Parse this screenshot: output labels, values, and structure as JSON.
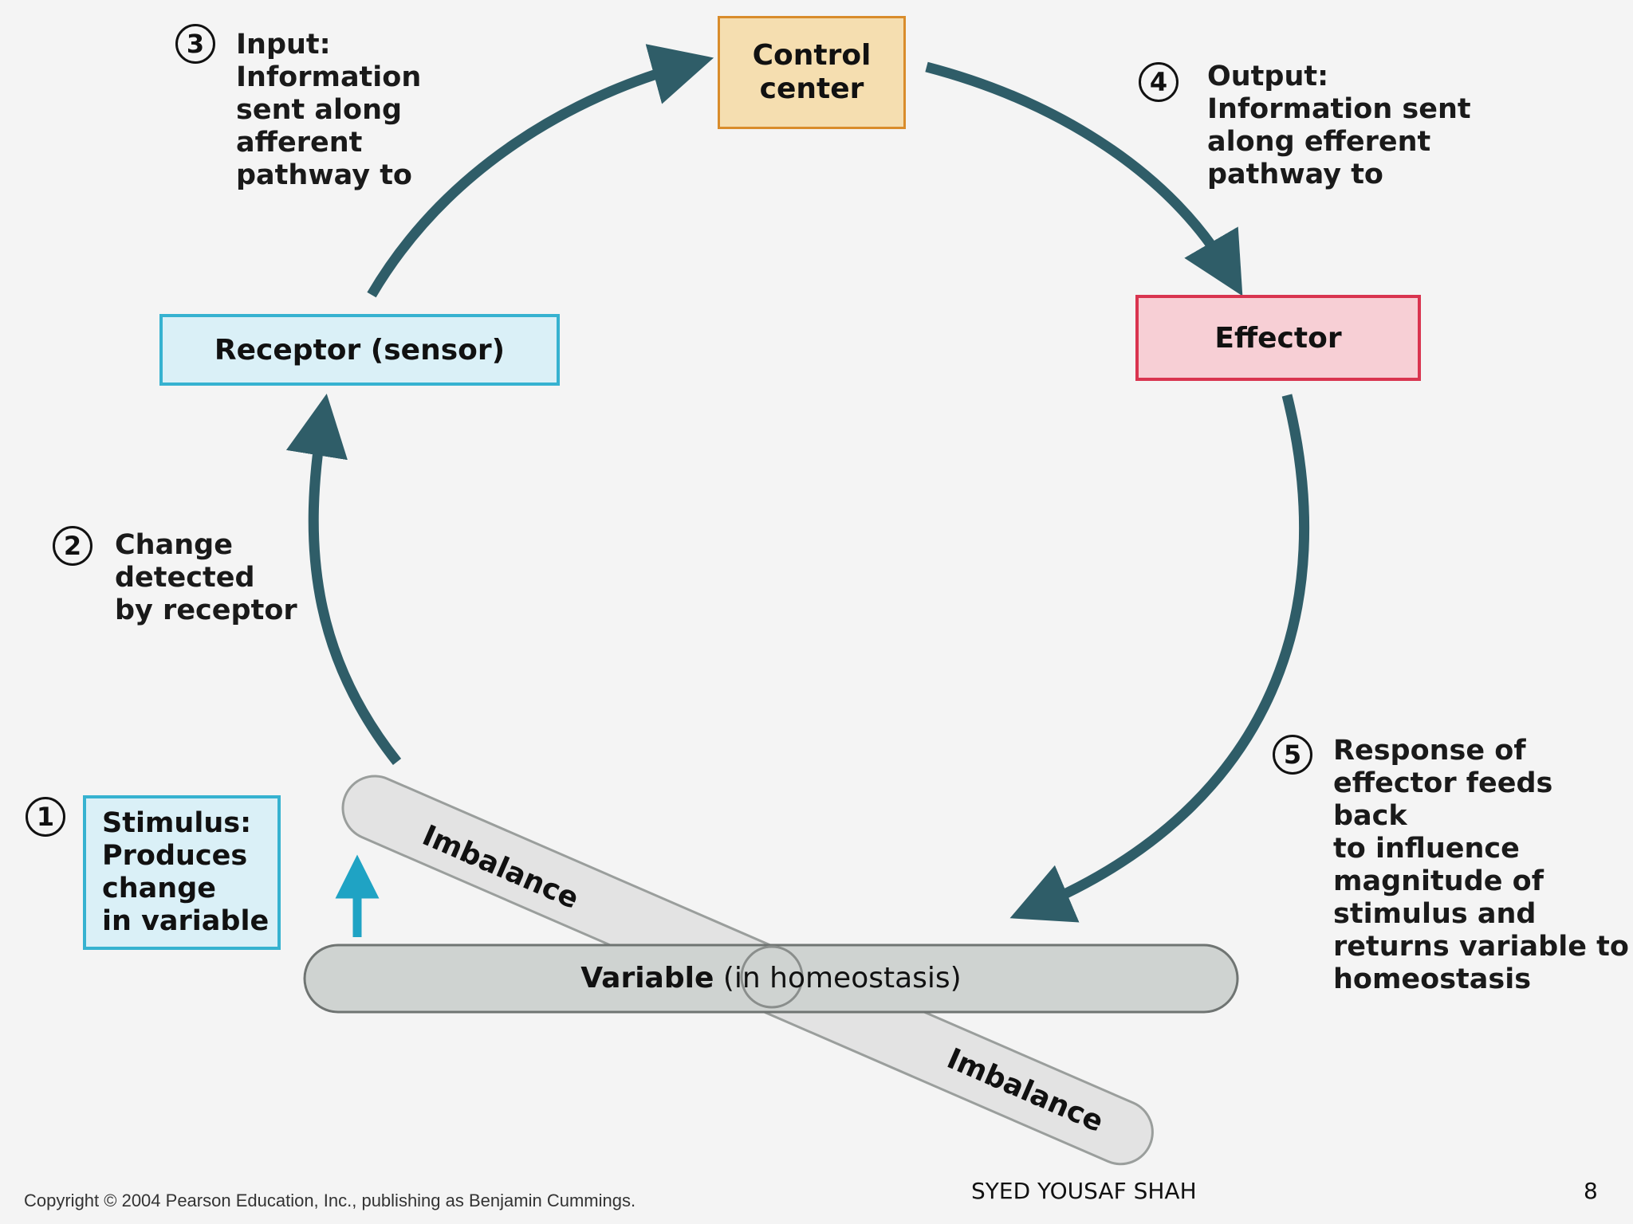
{
  "boxes": {
    "control_center": "Control\ncenter",
    "receptor": "Receptor (sensor)",
    "effector": "Effector",
    "stimulus": "Stimulus:\nProduces\nchange\nin variable"
  },
  "steps": [
    {
      "number": "1",
      "text": ""
    },
    {
      "number": "2",
      "text": "Change\ndetected\nby receptor"
    },
    {
      "number": "3",
      "text": "Input:\nInformation\nsent along\nafferent\npathway to"
    },
    {
      "number": "4",
      "text": "Output:\nInformation sent\nalong efferent\npathway to"
    },
    {
      "number": "5",
      "text": "Response of\neffector feeds back\nto influence\nmagnitude of\nstimulus and\nreturns variable to\nhomeostasis"
    }
  ],
  "variable": {
    "bold": "Variable",
    "rest": "(in homeostasis)"
  },
  "imbalance_label": "Imbalance",
  "footer": {
    "copyright": "Copyright © 2004 Pearson Education, Inc., publishing as Benjamin Cummings.",
    "author": "SYED YOUSAF SHAH",
    "page_number": "8"
  },
  "colors": {
    "arrow": "#2f5d68",
    "stimulus_arrow": "#1fa3c4",
    "control_fill": "#f5deb0",
    "control_border": "#d98c2b",
    "receptor_fill": "#daf0f7",
    "receptor_border": "#36b2d0",
    "effector_fill": "#f7cfd5",
    "effector_border": "#d9344f",
    "bar_fill": "#cfd3d1"
  }
}
